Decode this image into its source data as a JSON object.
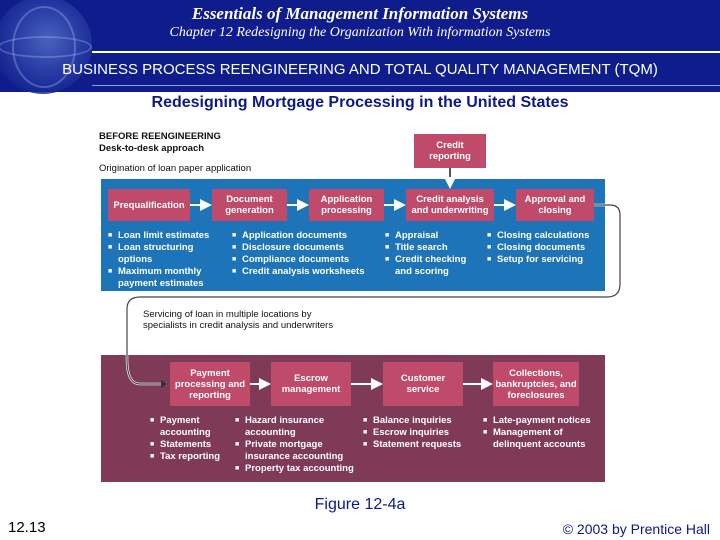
{
  "slide": {
    "title": "Essentials of Management Information Systems",
    "subtitle": "Chapter 12 Redesigning the Organization With information Systems",
    "section": "BUSINESS PROCESS REENGINEERING AND TOTAL QUALITY MANAGEMENT (TQM)",
    "diagram_title": "Redesigning Mortgage Processing in the United States",
    "figure_caption": "Figure 12-4a",
    "slide_number": "12.13",
    "copyright": "© 2003 by Prentice Hall"
  },
  "figure": {
    "before_heading": "BEFORE REENGINEERING",
    "approach": "Desk-to-desk approach",
    "origination": "Origination of loan paper application",
    "credit_reporting": "Credit reporting",
    "servicing": "Servicing of loan in multiple locations by specialists in credit analysis and underwriters",
    "top_steps": [
      {
        "label": "Prequalification",
        "items": [
          "Loan limit estimates",
          "Loan structuring options",
          "Maximum monthly payment estimates"
        ]
      },
      {
        "label": "Document generation",
        "items": [
          "Application documents",
          "Disclosure documents",
          "Compliance documents",
          "Credit analysis worksheets"
        ]
      },
      {
        "label": "Application processing",
        "items": []
      },
      {
        "label": "Credit analysis and underwriting",
        "items": [
          "Appraisal",
          "Title search",
          "Credit checking and scoring"
        ]
      },
      {
        "label": "Approval and closing",
        "items": [
          "Closing calculations",
          "Closing documents",
          "Setup for servicing"
        ]
      }
    ],
    "bottom_steps": [
      {
        "label": "Payment processing and reporting",
        "items": [
          "Payment accounting",
          "Statements",
          "Tax reporting"
        ]
      },
      {
        "label": "Escrow management",
        "items": [
          "Hazard insurance accounting",
          "Private mortgage insurance accounting",
          "Property tax accounting"
        ]
      },
      {
        "label": "Customer service",
        "items": [
          "Balance inquiries",
          "Escrow inquiries",
          "Statement requests"
        ]
      },
      {
        "label": "Collections, bankruptcies, and foreclosures",
        "items": [
          "Late-payment notices",
          "Management of delinquent accounts"
        ]
      }
    ],
    "colors": {
      "header": "#0f1c8c",
      "blue_band": "#1e74b8",
      "purple_band": "#7f3a58",
      "box": "#c04a6a"
    }
  }
}
